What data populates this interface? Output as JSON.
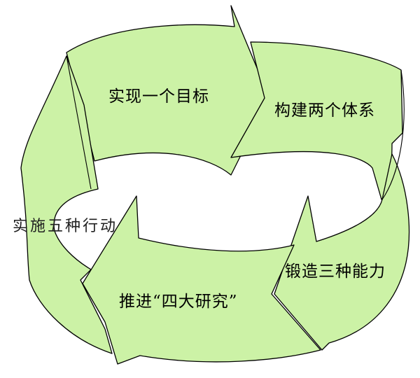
{
  "diagram": {
    "colors": {
      "fill": "#ccf2a6",
      "fill_shadow": "#b9e690",
      "stroke": "#000000",
      "background": "#ffffff"
    },
    "segments": [
      {
        "label": "实现一个目标"
      },
      {
        "label": "构建两个体系"
      },
      {
        "label": "锻造三种能力"
      },
      {
        "label": "推进“四大研究”"
      },
      {
        "label": "实施五种行动"
      }
    ]
  }
}
